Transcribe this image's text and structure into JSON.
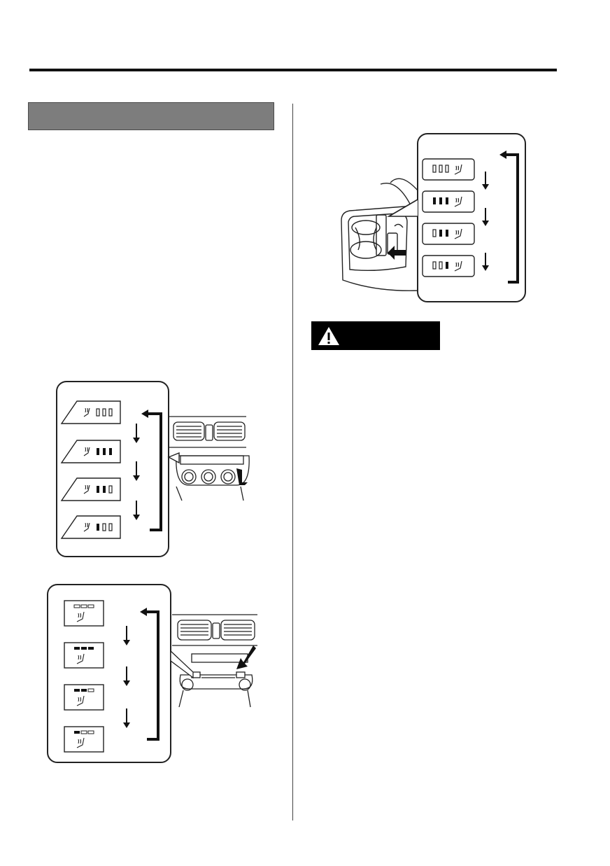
{
  "page": {
    "section_heading": "",
    "warning_label": ""
  },
  "figures": {
    "console_seat_heater": {
      "description_icon": "seat-heater-icon",
      "levels": [
        "off",
        "high",
        "medium",
        "low"
      ]
    },
    "dash_type_a": {
      "description_icon": "seat-heater-icon",
      "levels": [
        "off",
        "high",
        "medium",
        "low"
      ]
    },
    "dash_type_b": {
      "description_icon": "seat-heater-icon",
      "levels": [
        "off",
        "high",
        "medium",
        "low"
      ]
    }
  },
  "icons": {
    "warning": "warning-triangle-icon",
    "seat_heat": "seat-heater-icon",
    "arrow_down": "arrow-down-icon",
    "cycle_arrow": "cycle-return-arrow-icon"
  }
}
